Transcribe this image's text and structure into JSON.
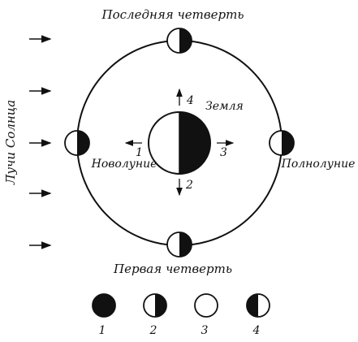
{
  "labels": {
    "last_quarter": "Последняя четверть",
    "first_quarter": "Первая четверть",
    "new_moon": "Новолуние",
    "full_moon": "Полнолуние",
    "earth": "Земля",
    "sun_rays": "Лучи Солнца"
  },
  "directions": [
    "1",
    "2",
    "3",
    "4"
  ],
  "legend": [
    "1",
    "2",
    "3",
    "4"
  ],
  "colors": {
    "ink": "#111111",
    "paper": "#ffffff"
  }
}
